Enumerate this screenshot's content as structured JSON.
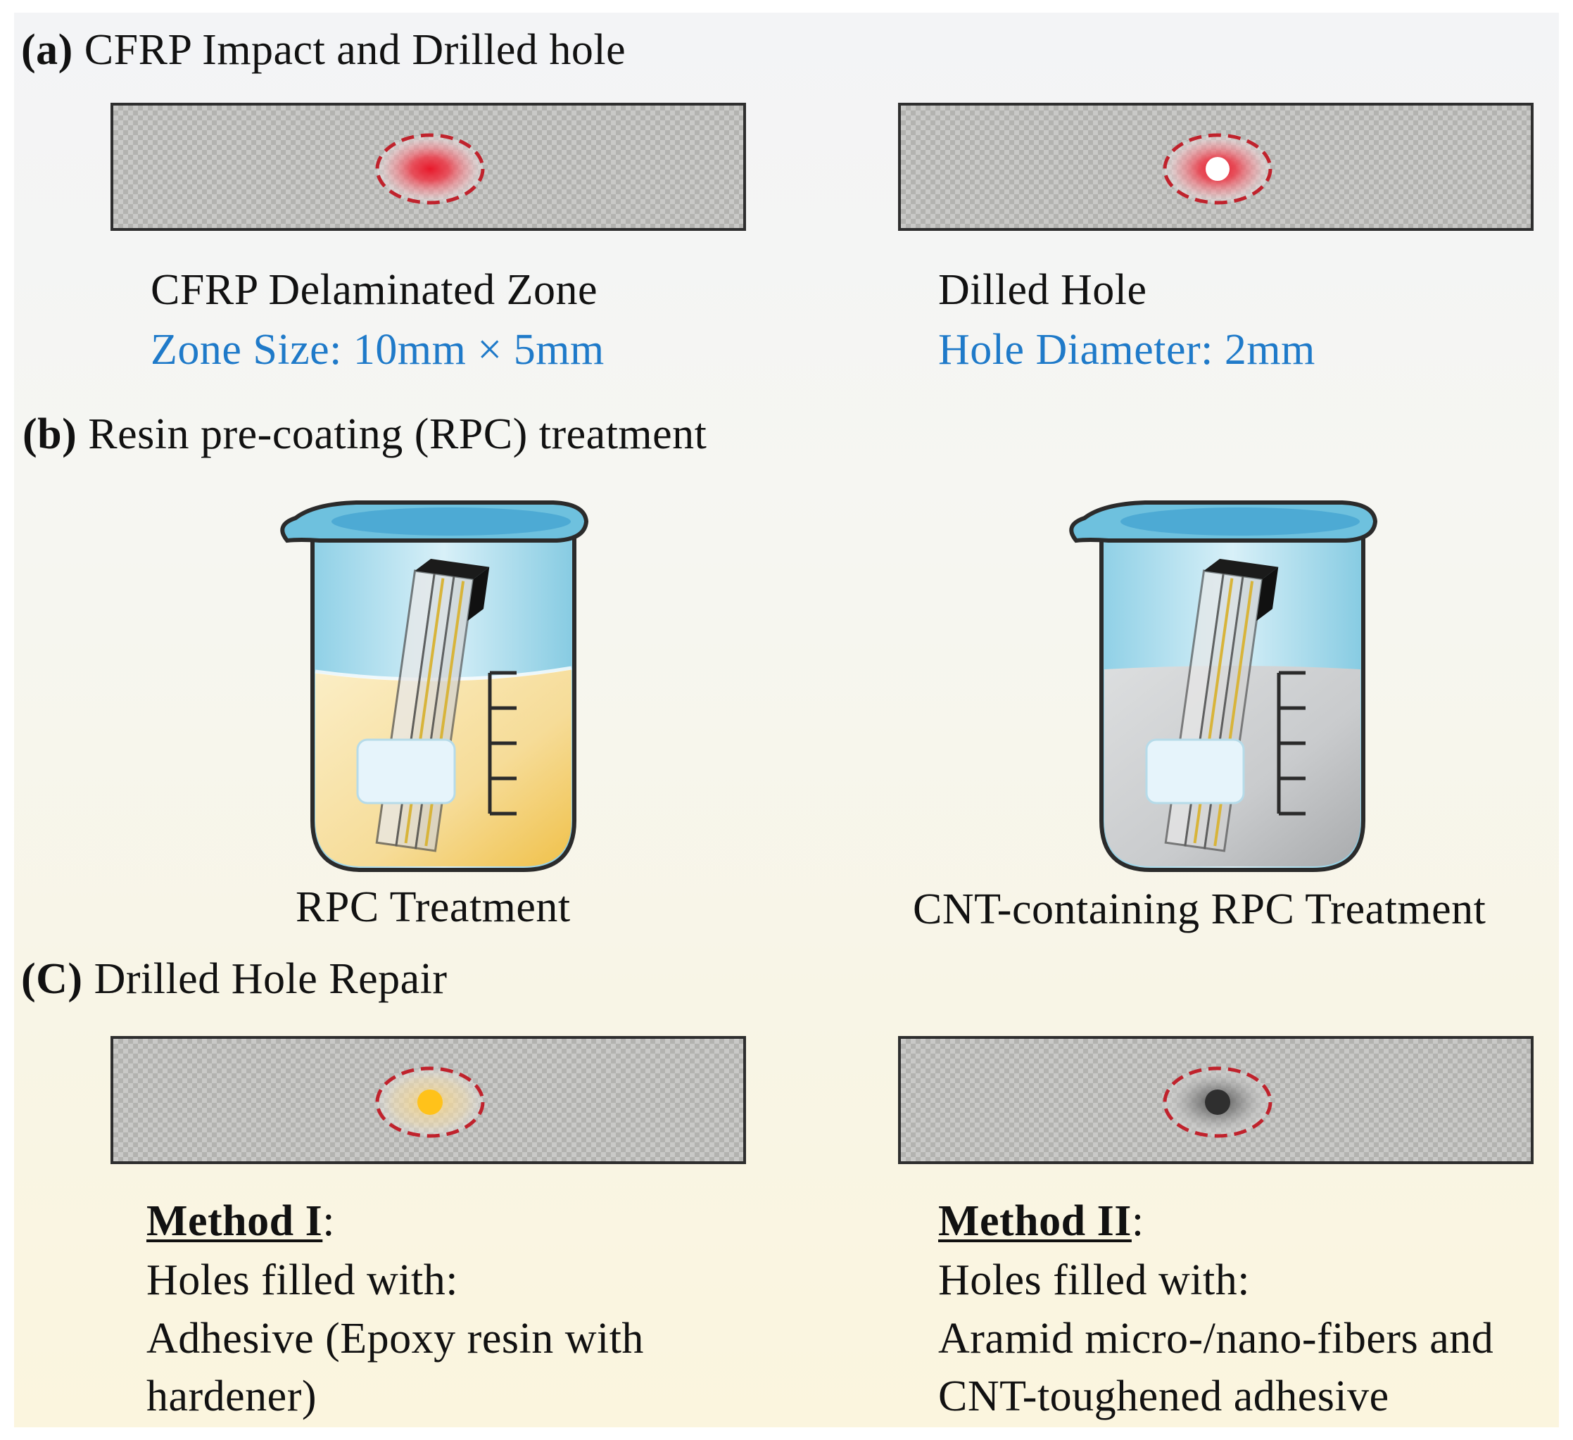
{
  "section_a": {
    "marker": "(a)",
    "title": "CFRP Impact and Drilled hole",
    "left": {
      "name": "CFRP Delaminated Zone",
      "detail": "Zone Size: 10mm × 5mm"
    },
    "right": {
      "name": "Dilled Hole",
      "detail": "Hole Diameter: 2mm"
    }
  },
  "section_b": {
    "marker": "(b)",
    "title": "Resin pre-coating (RPC) treatment",
    "left_label": "RPC Treatment",
    "right_label": "CNT-containing RPC Treatment"
  },
  "section_c": {
    "marker": "(C)",
    "title": "Drilled Hole Repair",
    "method1": {
      "heading": "Method I",
      "colon": ":",
      "line1": "Holes filled with:",
      "line2": "Adhesive (Epoxy resin with",
      "line3": "hardener)"
    },
    "method2": {
      "heading": "Method II",
      "colon": ":",
      "line1": "Holes filled with:",
      "line2": "Aramid micro-/nano-fibers and",
      "line3": "CNT-toughened adhesive"
    }
  },
  "colors": {
    "detail_text": "#1f7ac9",
    "delamination_red": "#e8182a",
    "dash_outline": "#c0222c",
    "rpc_resin": "#f6dc98",
    "cnt_resin": "#c9cbcd",
    "method1_fill": "#ffc21a",
    "method2_fill": "#2f2f2f"
  }
}
